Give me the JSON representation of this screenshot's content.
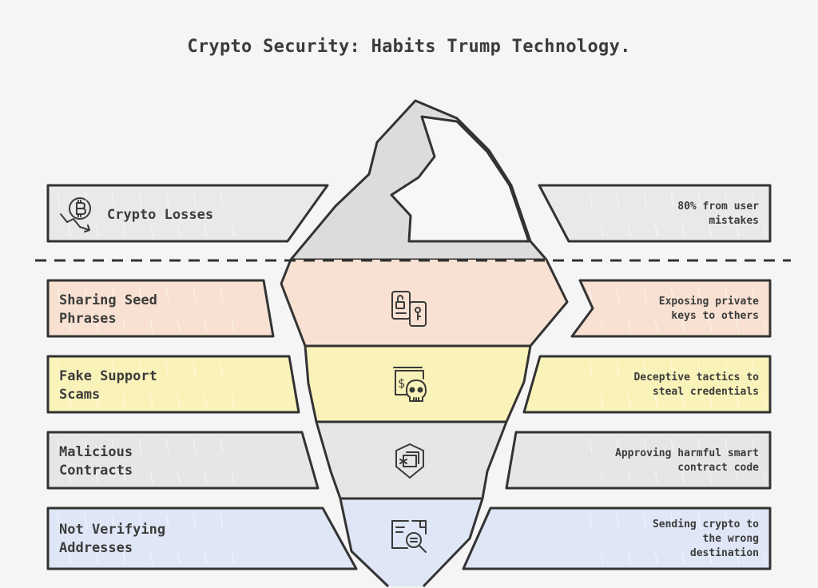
{
  "title": "Crypto Security: Habits Trump Technology.",
  "top": {
    "label": "Crypto Losses",
    "description": "80% from user mistakes",
    "icon": "bitcoin-loss-icon",
    "color": "#e9e9e9"
  },
  "layers": [
    {
      "label": "Sharing Seed Phrases",
      "description": "Exposing private keys to others",
      "icon": "phone-key-lock-icon",
      "color": "#f8e1d2"
    },
    {
      "label": "Fake Support Scams",
      "description": "Deceptive tactics to steal credentials",
      "icon": "money-skull-icon",
      "color": "#faf3b9"
    },
    {
      "label": "Malicious Contracts",
      "description": "Approving harmful smart contract code",
      "icon": "contract-shield-icon",
      "color": "#e6e6e6"
    },
    {
      "label": "Not Verifying Addresses",
      "description": "Sending crypto to the wrong destination",
      "icon": "address-search-icon",
      "color": "#dfe6f6"
    }
  ],
  "colors": {
    "outline": "#333333",
    "background": "#f5f5f5",
    "iceberg_top": "#dcdcdc",
    "iceberg_snow": "#f7f7f7"
  }
}
